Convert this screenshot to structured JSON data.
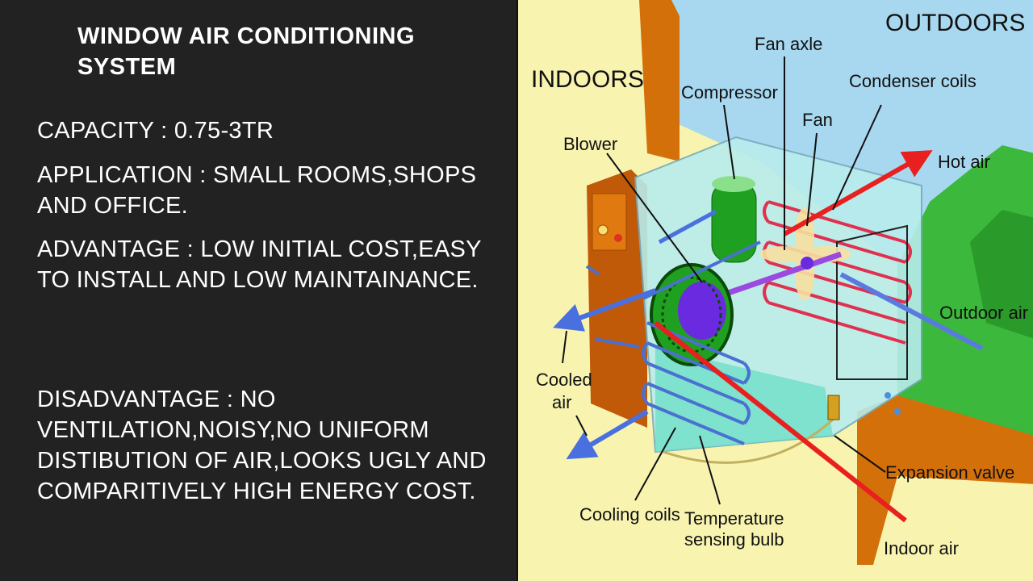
{
  "slide": {
    "title": "WINDOW AIR CONDITIONING SYSTEM",
    "bullets": [
      "CAPACITY : 0.75-3TR",
      "APPLICATION : SMALL ROOMS,SHOPS AND OFFICE.",
      "ADVANTAGE : LOW INITIAL COST,EASY TO INSTALL AND LOW MAINTAINANCE.",
      "DISADVANTAGE : NO VENTILATION,NOISY,NO UNIFORM DISTIBUTION OF AIR,LOOKS UGLY AND COMPARITIVELY HIGH ENERGY COST."
    ]
  },
  "diagram": {
    "labels": {
      "outdoors": "OUTDOORS",
      "indoors": "INDOORS",
      "fan_axle": "Fan axle",
      "compressor": "Compressor",
      "condenser_coils": "Condenser coils",
      "fan": "Fan",
      "blower": "Blower",
      "hot_air": "Hot air",
      "outdoor_air": "Outdoor air",
      "cooled": "Cooled",
      "air": "air",
      "expansion_valve": "Expansion valve",
      "cooling_coils": "Cooling coils",
      "temperature": "Temperature",
      "sensing_bulb": "sensing bulb",
      "indoor_air": "Indoor air"
    },
    "colors": {
      "indoor_wall": "#f8f4b0",
      "sky": "#a8d8f0",
      "foliage": "#3cb83c",
      "brick": "#d4700a",
      "unit_body": "#b8ecec",
      "hot_air_arrow": "#e82020",
      "cold_air_arrow": "#4a70e0",
      "compressor": "#20a020",
      "blower": "#6a2ae0"
    }
  }
}
